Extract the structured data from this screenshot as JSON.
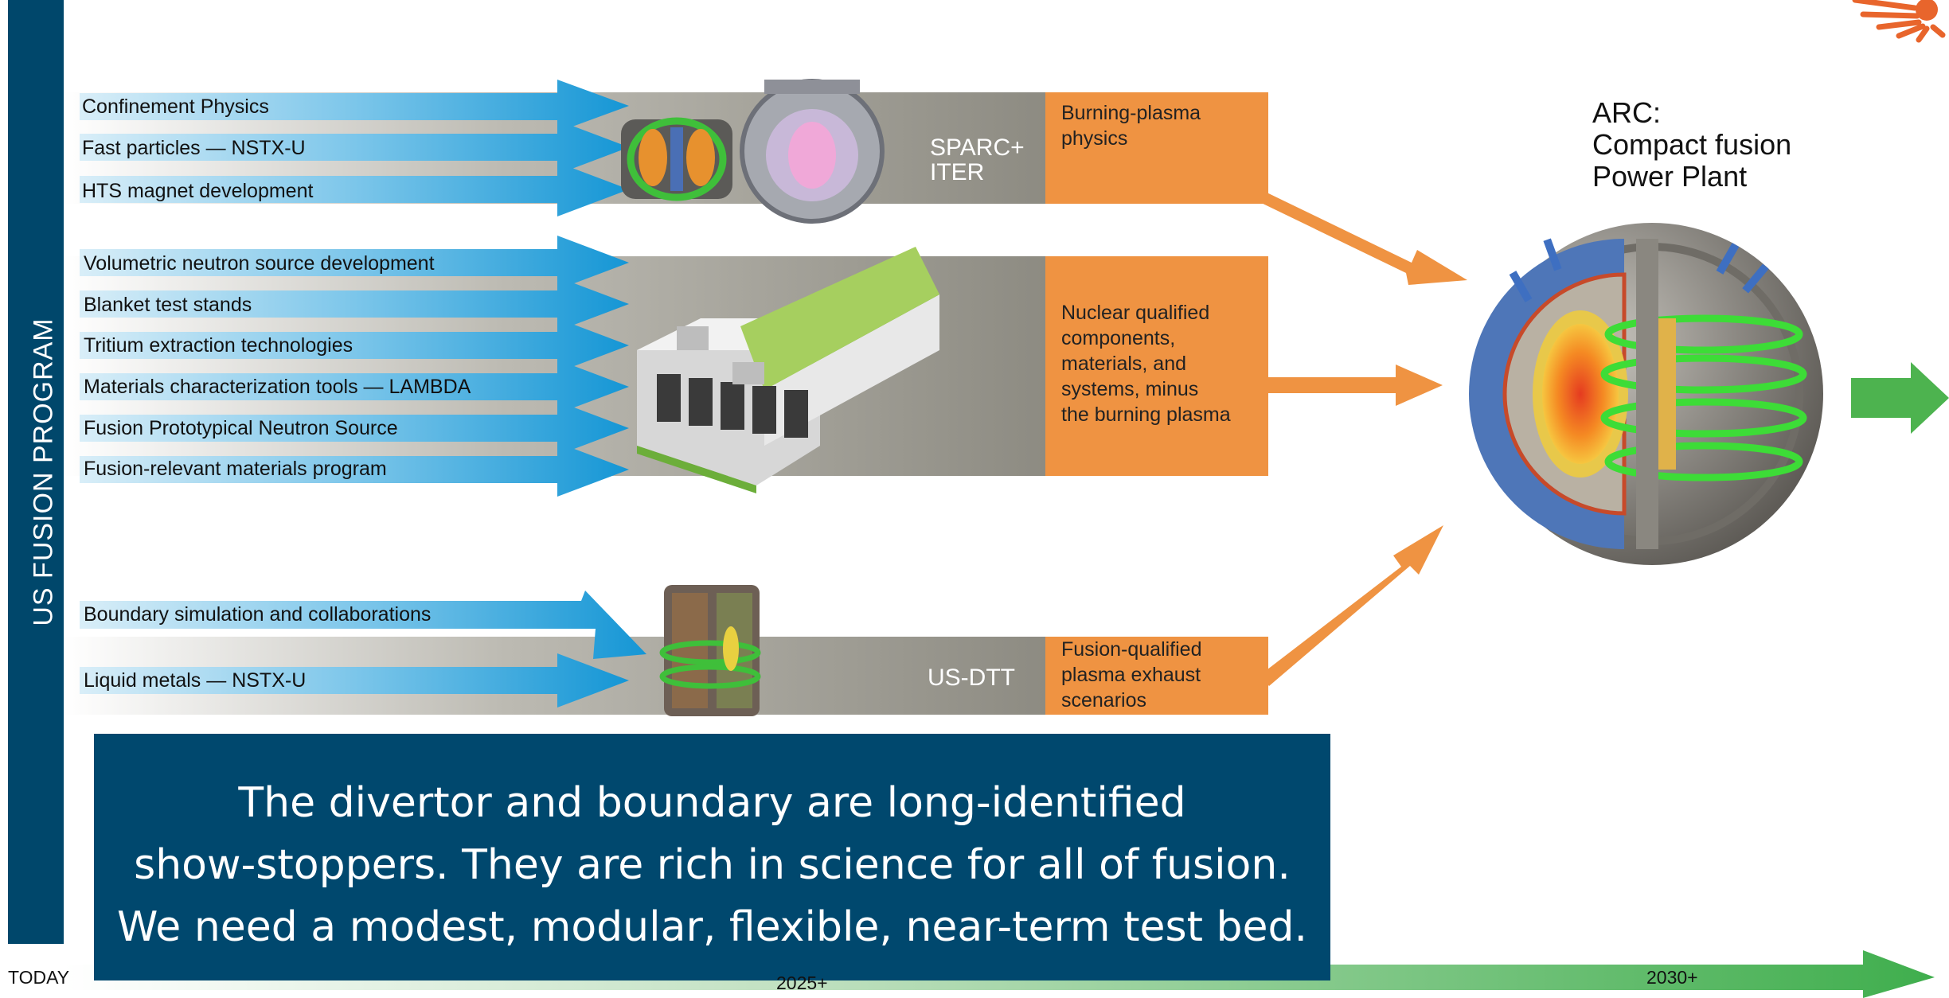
{
  "sidebar": {
    "label": "US FUSION PROGRAM"
  },
  "groups": {
    "top": {
      "inputs": [
        "Confinement Physics",
        "Fast particles — NSTX-U",
        "HTS magnet development"
      ],
      "machine_lines": [
        "SPARC+",
        "ITER"
      ],
      "output_lines": [
        "Burning-plasma",
        "physics"
      ]
    },
    "middle": {
      "inputs": [
        "Volumetric neutron source development",
        "Blanket test stands",
        "Tritium extraction technologies",
        "Materials characterization tools — LAMBDA",
        "Fusion Prototypical Neutron Source",
        "Fusion-relevant materials program"
      ],
      "output_lines": [
        "Nuclear qualified",
        "components,",
        "materials, and",
        "systems, minus",
        "the burning plasma"
      ]
    },
    "bottom": {
      "inputs": [
        "Boundary simulation and collaborations",
        "Liquid metals — NSTX-U"
      ],
      "machine_label": "US-DTT",
      "output_lines": [
        "Fusion-qualified",
        "plasma exhaust",
        "scenarios"
      ]
    }
  },
  "arc": {
    "lines": [
      "ARC:",
      "Compact fusion",
      "Power Plant"
    ]
  },
  "message": {
    "lines": [
      "The divertor and boundary are long-identified",
      "show-stoppers.  They are rich in science for all of fusion.",
      "We need a modest, modular, flexible, near-term test bed."
    ]
  },
  "timeline": {
    "start": "TODAY",
    "mid": "2025+",
    "end": "2030+"
  },
  "colors": {
    "navy": "#00476b",
    "orange": "#ef9342",
    "blue_arrow": "#1a9ad6",
    "green": "#4caf50",
    "gray_band": "#8c8a80"
  }
}
